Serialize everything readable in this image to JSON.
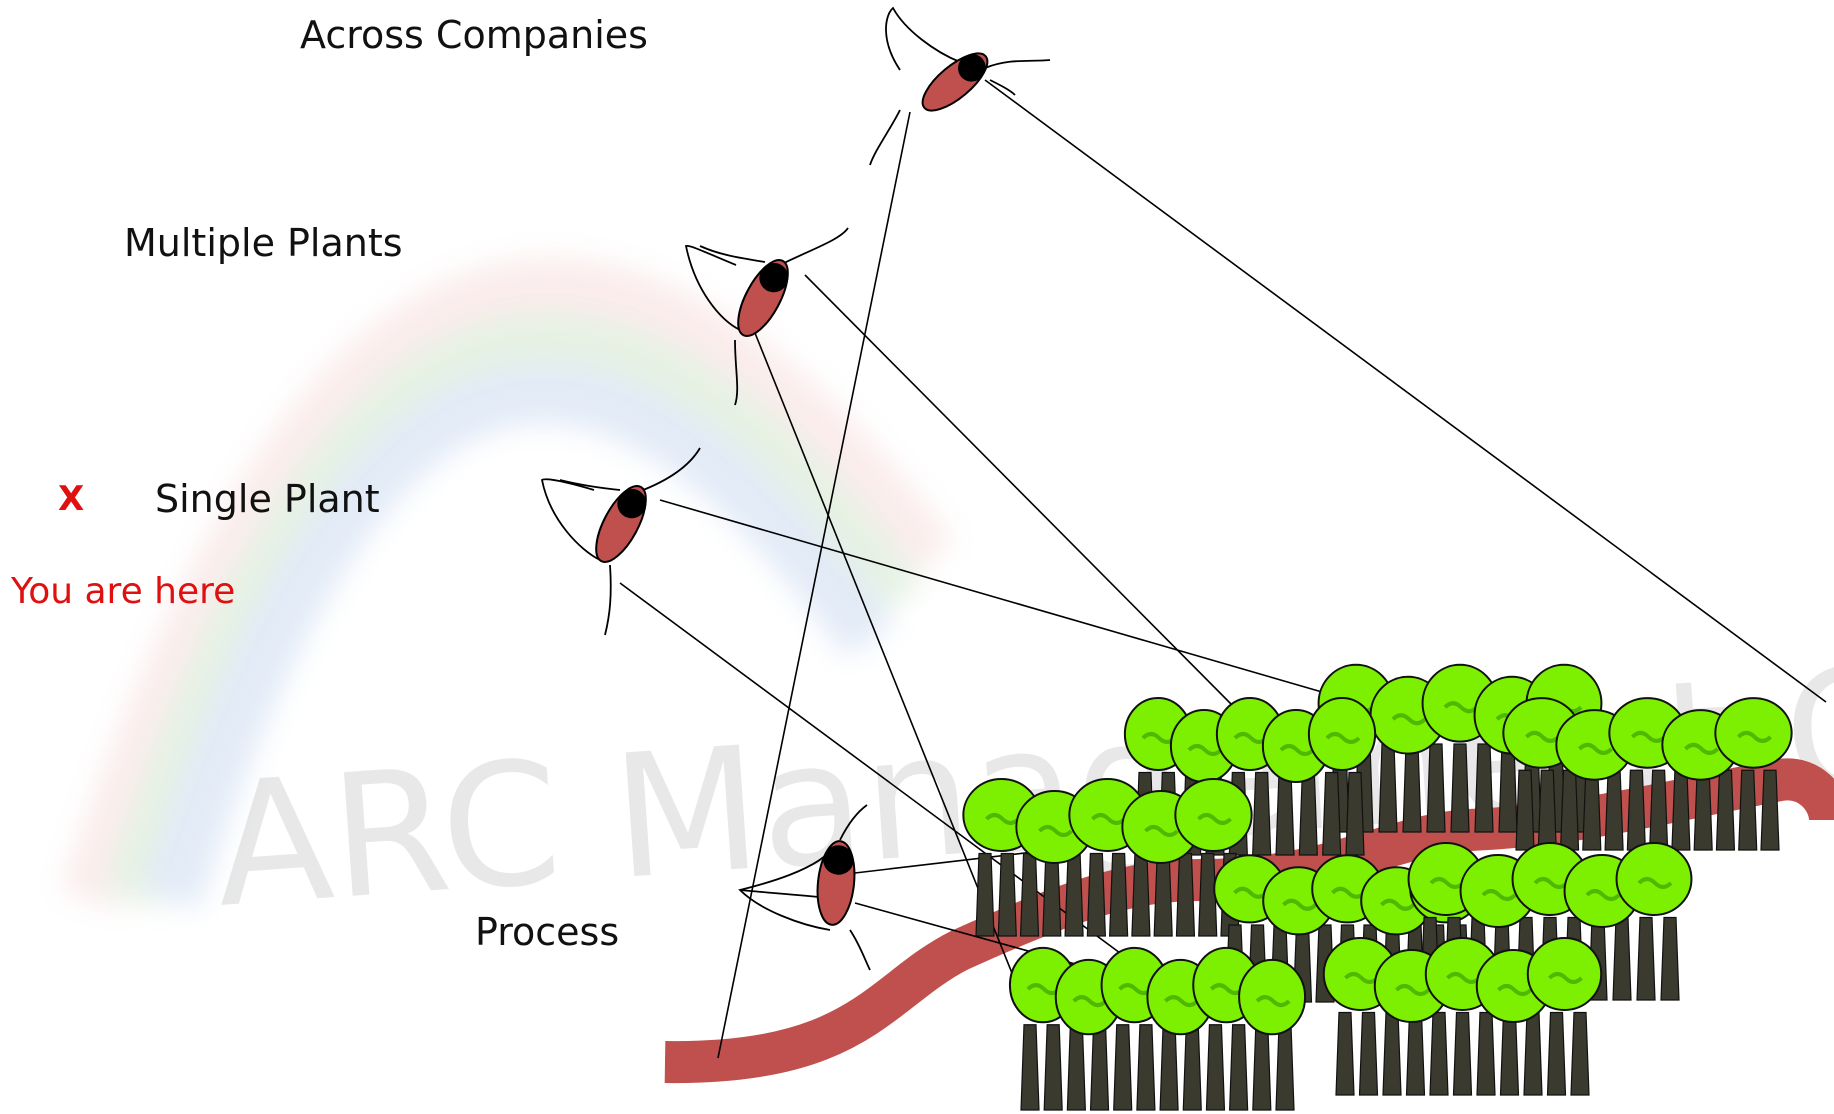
{
  "labels": {
    "across_companies": "Across Companies",
    "multiple_plants": "Multiple Plants",
    "single_plant": "Single Plant",
    "process": "Process",
    "marker": "X",
    "you_are_here": "You are here"
  },
  "watermark": {
    "text": "ARC Management Consultants"
  },
  "colors": {
    "eye_fill": "#c0504d",
    "river": "#c0504d",
    "foliage": "#7cf000",
    "foliage_dark": "#4fb800",
    "trunk": "#3a3a2e",
    "line": "#000000",
    "highlight": "#e01010"
  }
}
